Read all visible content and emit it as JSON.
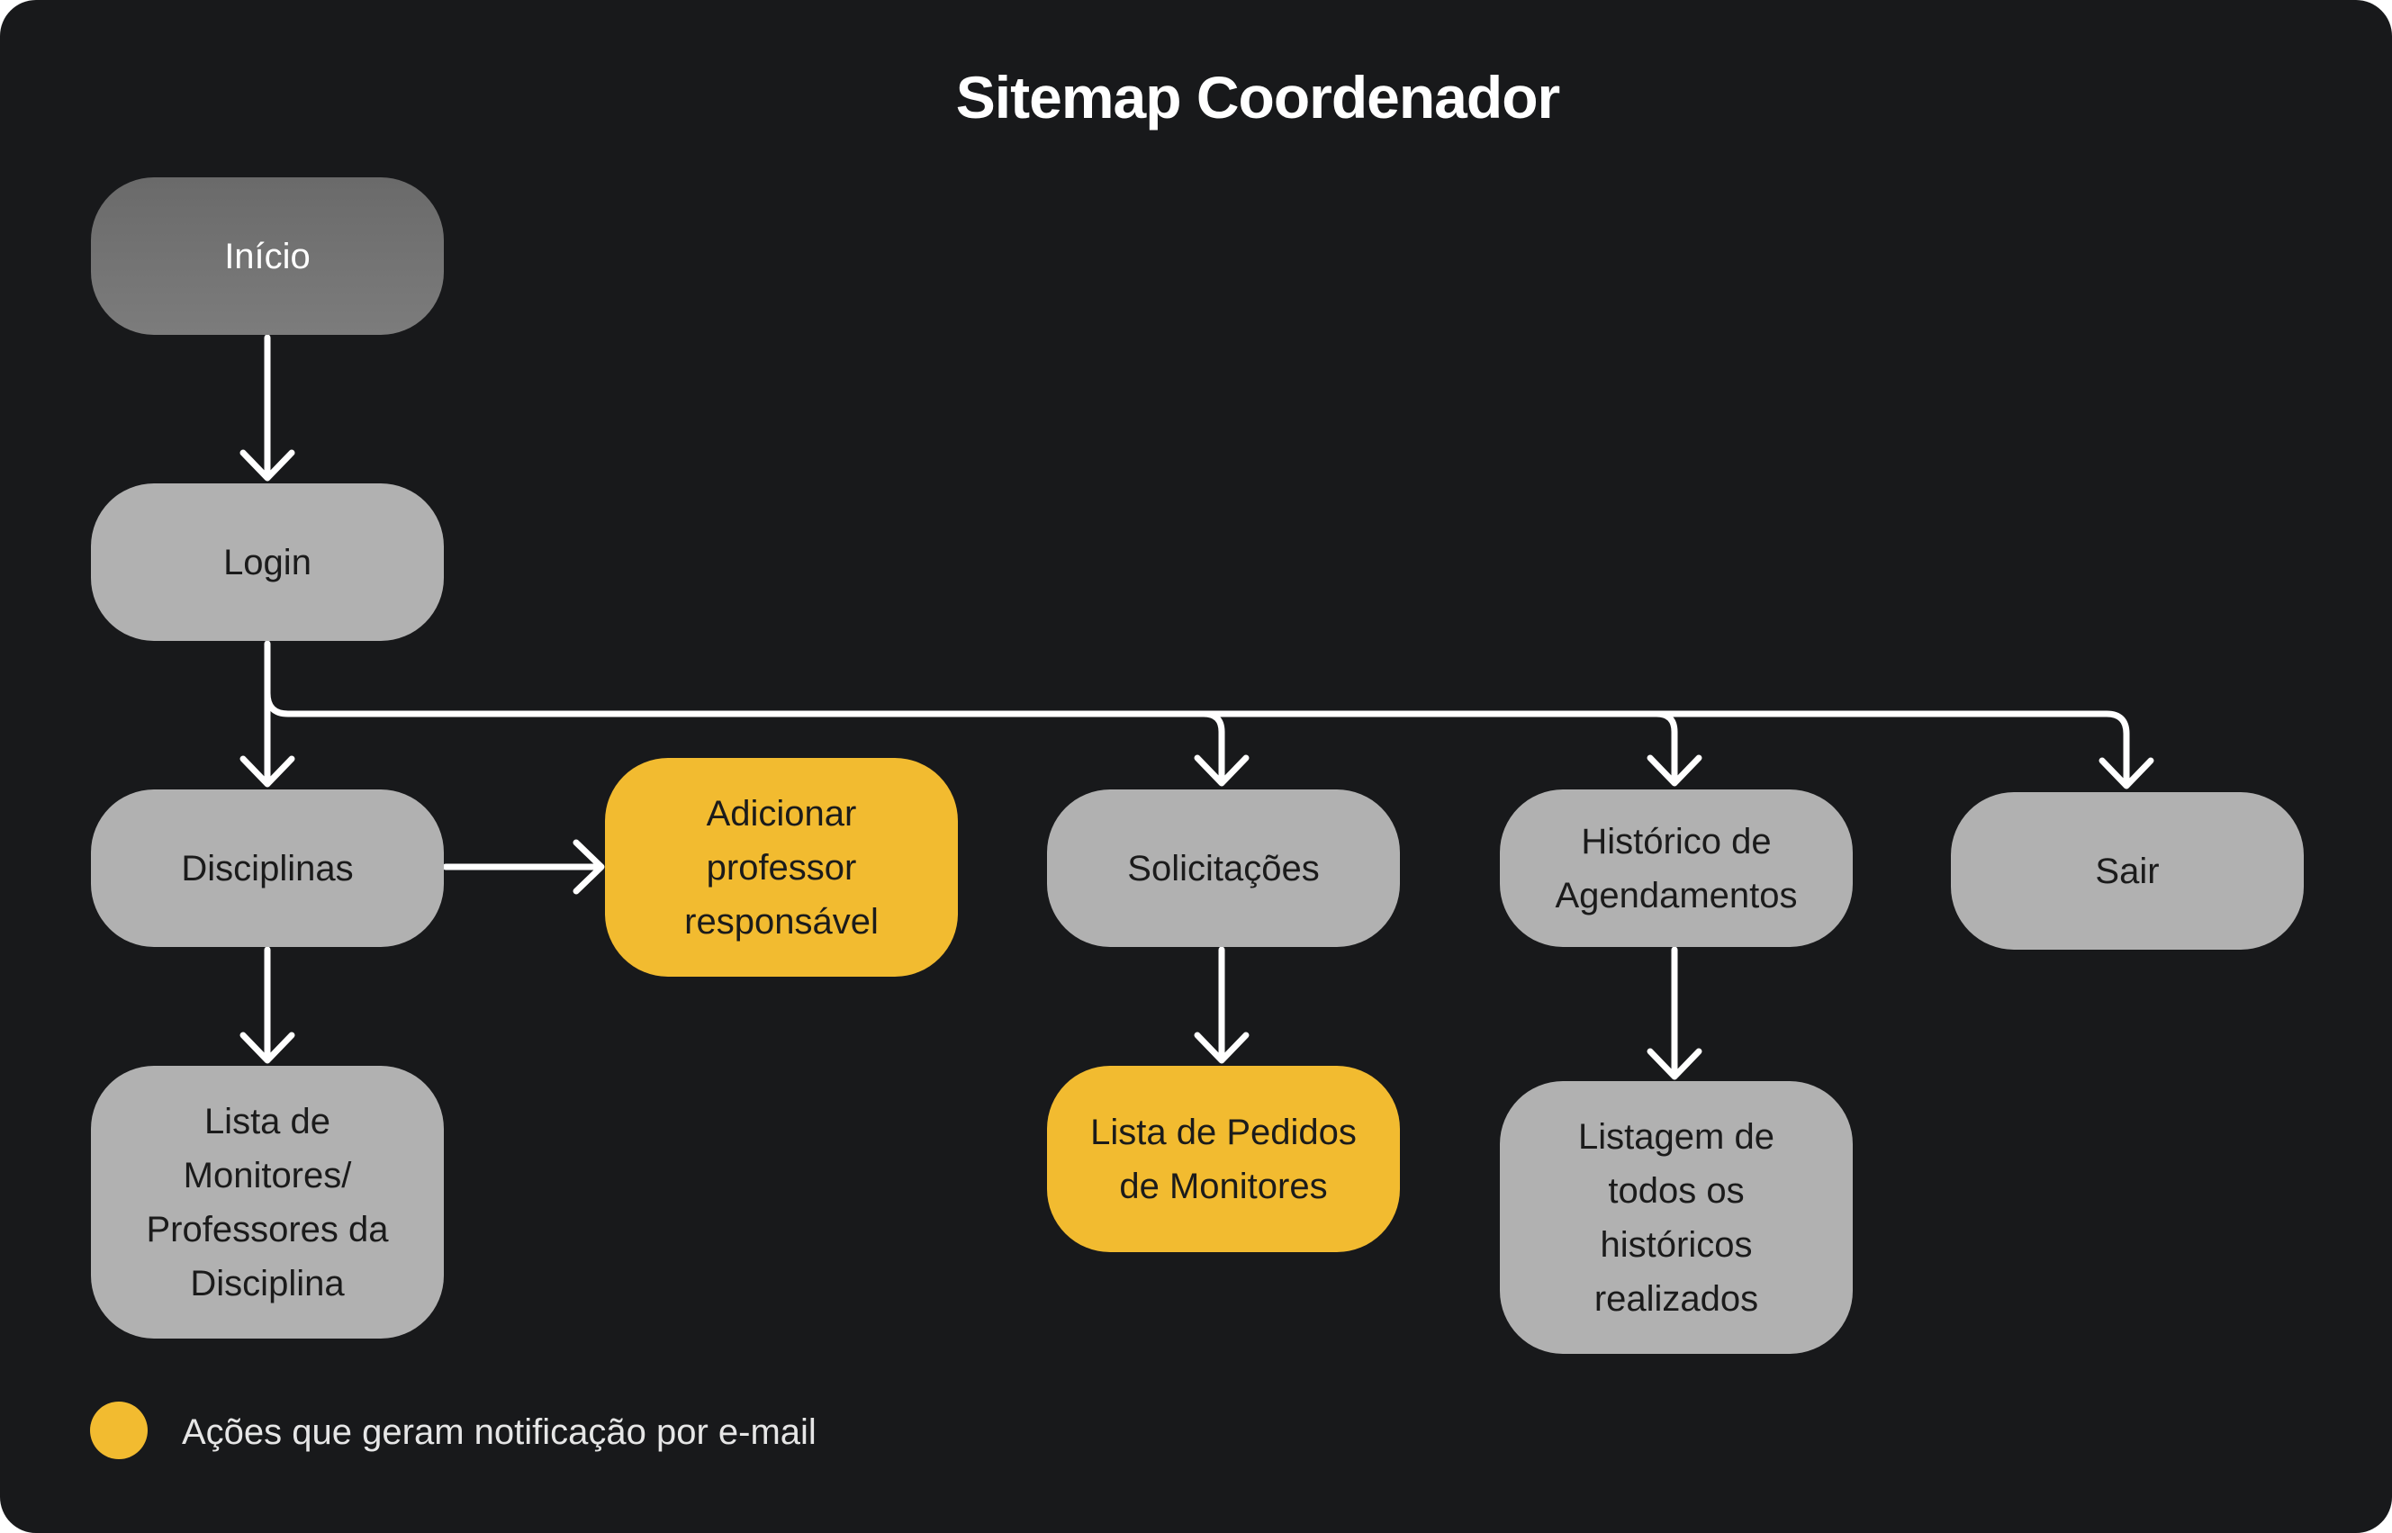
{
  "title": "Sitemap Coordenador",
  "colors": {
    "background": "#18191b",
    "node_default": "#b1b1b1",
    "node_start": "#747474",
    "node_email_action": "#f2bb30",
    "connector": "#ffffff"
  },
  "nodes": {
    "inicio": "Início",
    "login": "Login",
    "disciplinas": "Disciplinas",
    "adicionar_professor": "Adicionar\nprofessor\nresponsável",
    "solicitacoes": "Solicitações",
    "historico": "Histórico de\nAgendamentos",
    "sair": "Sair",
    "lista_monitores": "Lista de\nMonitores/\nProfessores da\nDisciplina",
    "lista_pedidos": "Lista de Pedidos\nde Monitores",
    "listagem_historicos": "Listagem de\ntodos os\nhistóricos\nrealizados"
  },
  "legend": {
    "label": "Ações que geram notificação por e-mail"
  }
}
